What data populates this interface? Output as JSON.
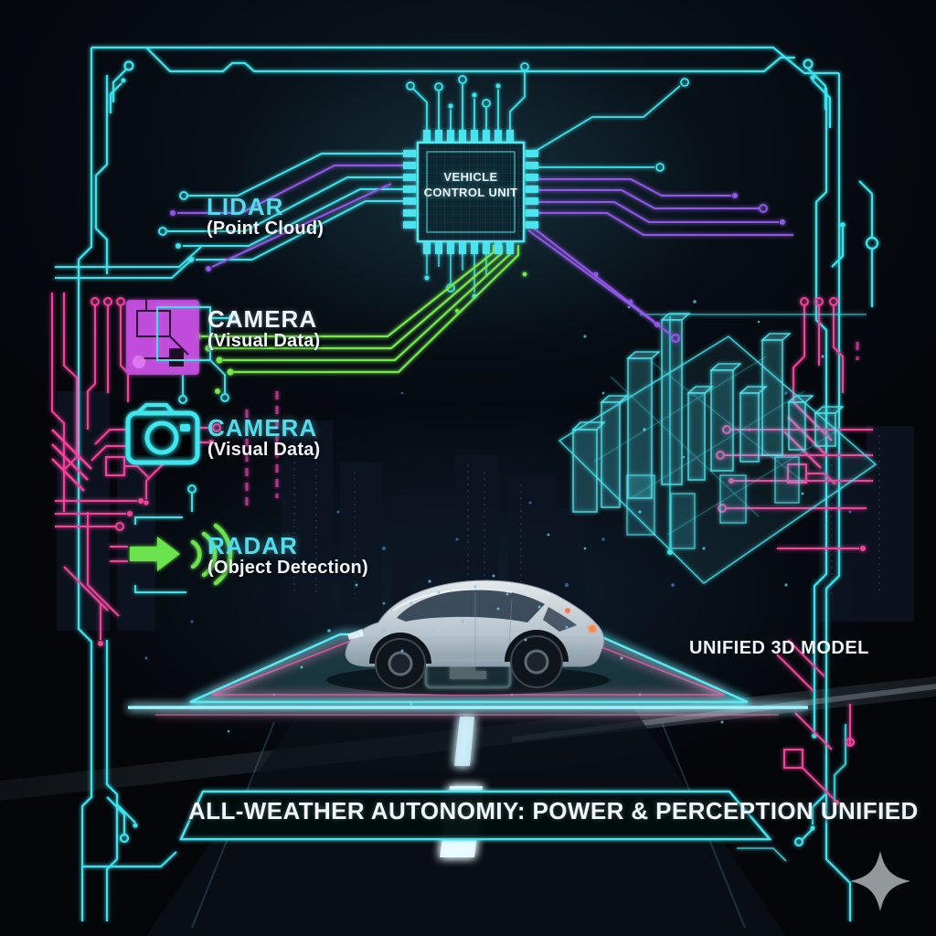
{
  "poster": {
    "banner_text": "ALL-WEATHER AUTONOMIY: POWER & PERCEPTION UNIFIED",
    "model_label": "UNIFIED 3D MODEL"
  },
  "chip": {
    "line1": "VEHICLE",
    "line2": "CONTROL UNIT"
  },
  "sensors": [
    {
      "id": "lidar",
      "name": "LIDAR",
      "detail": "(Point Cloud)",
      "name_color": "#55dcec",
      "icon": null
    },
    {
      "id": "camera-top",
      "name": "CAMERA",
      "detail": "(Visual Data)",
      "name_color": "#f0f4f6",
      "icon": "camera-module-icon"
    },
    {
      "id": "camera-mid",
      "name": "CAMERA",
      "detail": "(Visual Data)",
      "name_color": "#55dcec",
      "icon": "camera-icon"
    },
    {
      "id": "radar",
      "name": "RADAR",
      "detail": "(Object Detection)",
      "name_color": "#55dcec",
      "icon": "radar-arrow-icon"
    }
  ],
  "icons": {
    "watermark": "four-point-sparkle"
  },
  "colors": {
    "cyan": "#45e2ec",
    "magenta": "#f2429b",
    "purple": "#9158e8",
    "green": "#74e84c",
    "white": "#f2f6f8",
    "background": "#05070c"
  }
}
